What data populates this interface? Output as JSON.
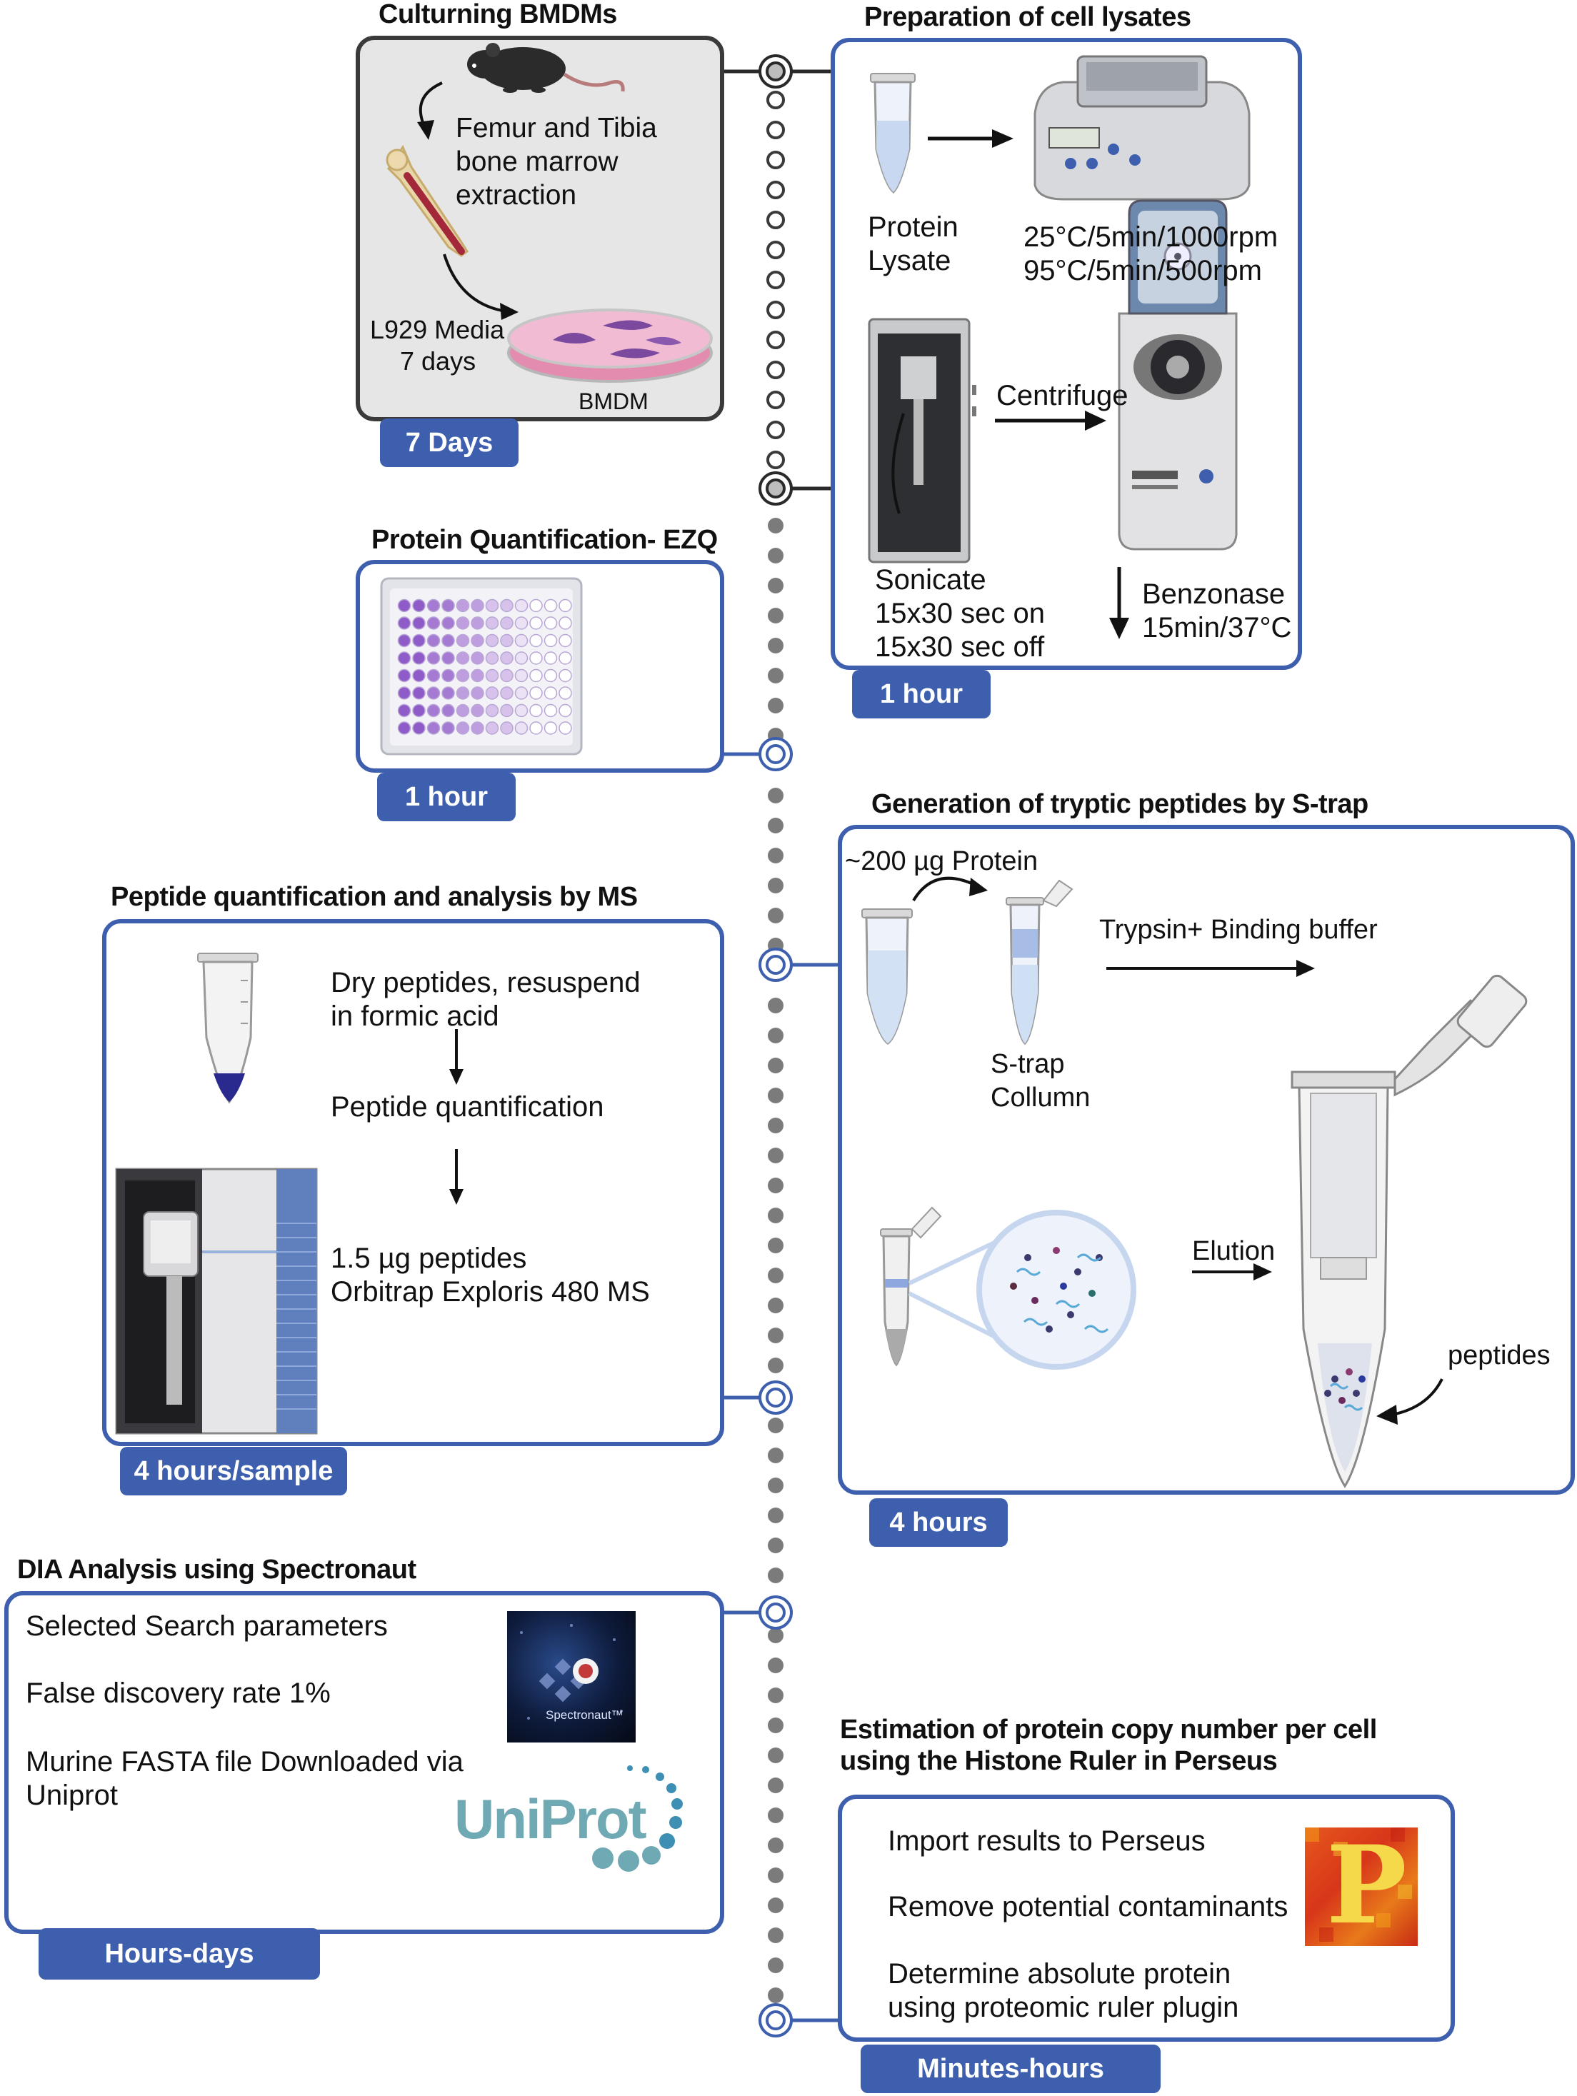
{
  "timeline": {
    "dot_color": "#7b7b7b",
    "accent": "#3d5fae",
    "connector": "#2a2a2a"
  },
  "panels": {
    "culturing": {
      "title": "Culturning BMDMs",
      "lines": [
        "Femur and Tibia",
        "bone marrow",
        "extraction"
      ],
      "media": [
        "L929 Media",
        "7 days"
      ],
      "dish_label": "BMDM",
      "badge": "7 Days"
    },
    "lysates": {
      "title": "Preparation of cell lysates",
      "protein_lysate": [
        "Protein",
        "Lysate"
      ],
      "heat": [
        "25°C/5min/1000rpm",
        "95°C/5min/500rpm"
      ],
      "centrifuge": "Centrifuge",
      "sonicate": [
        "Sonicate",
        "15x30 sec on",
        "15x30 sec off"
      ],
      "benzonase": [
        "Benzonase",
        "15min/37°C"
      ],
      "badge": "1 hour"
    },
    "ezq": {
      "title": "Protein Quantification- EZQ",
      "badge": "1 hour"
    },
    "strap": {
      "title": "Generation of tryptic  peptides by S-trap",
      "protein_amount": "~200 µg Protein",
      "trypsin": "Trypsin+ Binding buffer",
      "strap_label": [
        "S-trap",
        "Collumn"
      ],
      "elution": "Elution",
      "peptides": "peptides",
      "badge": "4  hours"
    },
    "ms": {
      "title": "Peptide quantification and analysis by MS",
      "step1": [
        "Dry peptides, resuspend",
        "in formic acid"
      ],
      "step2": "Peptide quantification",
      "step3": [
        "1.5 µg peptides",
        "Orbitrap Exploris 480 MS"
      ],
      "badge": "4 hours/sample"
    },
    "dia": {
      "title": "DIA Analysis using Spectronaut",
      "items": [
        "Selected Search parameters",
        "False discovery rate 1%",
        "Murine FASTA file Downloaded via",
        "Uniprot"
      ],
      "spectronaut_logo": "Spectronaut™",
      "uniprot_logo": "UniProt",
      "badge": "Hours-days"
    },
    "perseus": {
      "title": [
        "Estimation of protein copy number per cell",
        "using the Histone Ruler in Perseus"
      ],
      "items": [
        "Import results to Perseus",
        "Remove potential contaminants",
        "Determine absolute protein",
        "using proteomic ruler plugin"
      ],
      "logo_letter": "P",
      "badge": "Minutes-hours"
    }
  }
}
